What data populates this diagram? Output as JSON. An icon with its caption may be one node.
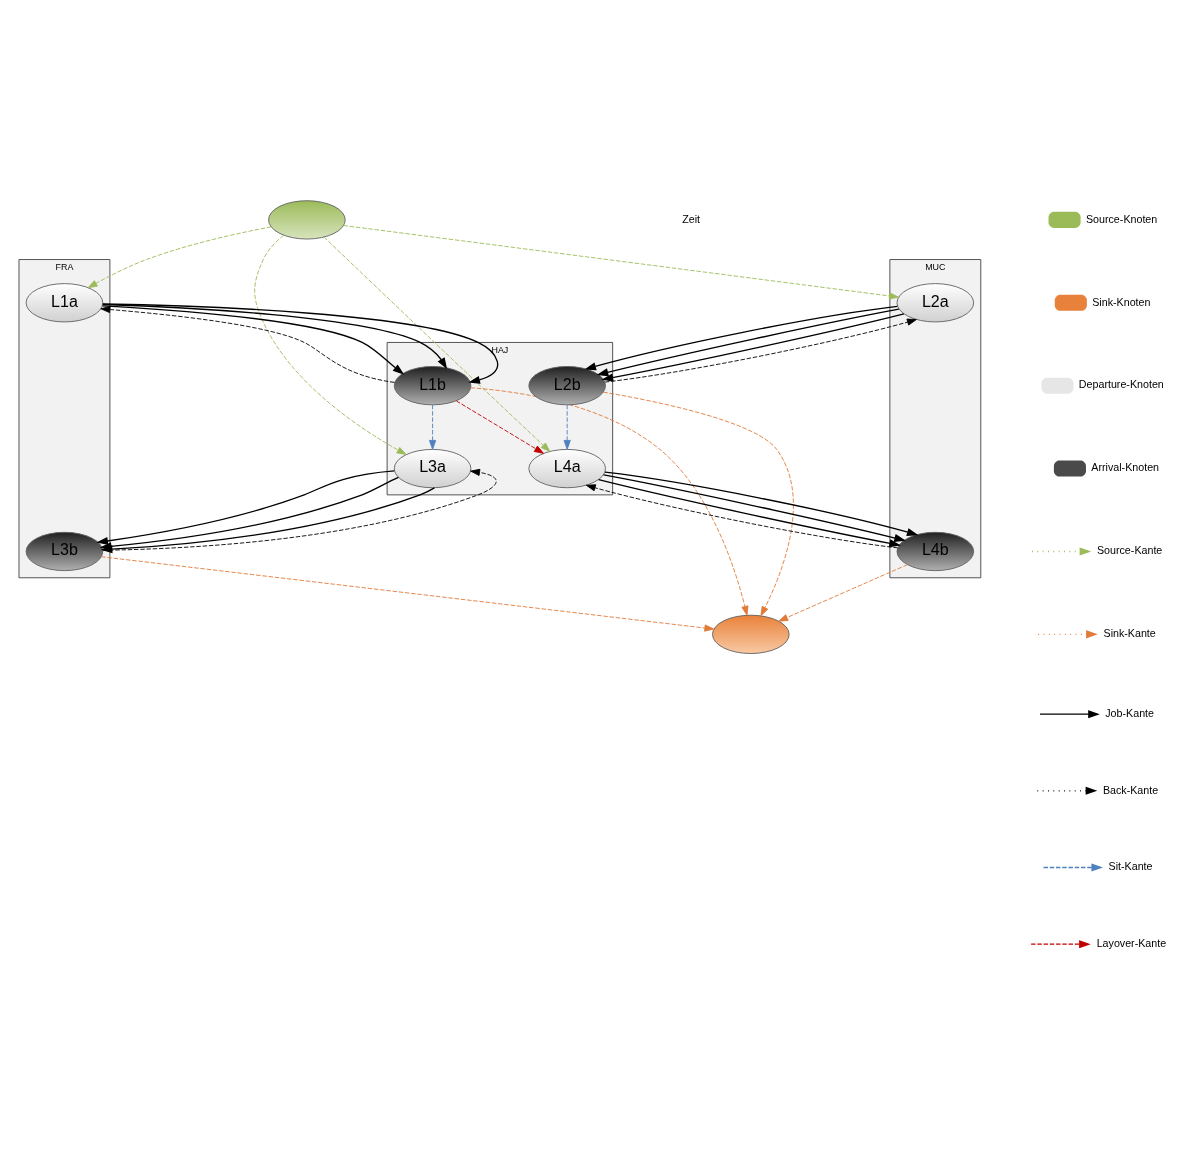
{
  "diagram": {
    "nodes": [
      {
        "text": [],
        "shape": "ellipse"
      },
      {
        "text": [
          "FRA"
        ]
      },
      {
        "text": [
          "HAJ"
        ]
      },
      {
        "text": [
          "MUC"
        ]
      },
      {
        "text": [
          "L1a"
        ],
        "in": 1
      },
      {
        "text": [
          "L2a"
        ],
        "in": 3
      },
      {
        "text": [
          "L1b"
        ],
        "in": 2
      },
      {
        "text": [
          "L2b"
        ],
        "in": 2
      },
      {
        "text": [
          "L3a"
        ],
        "in": 2
      },
      {
        "text": [
          "L4a"
        ],
        "in": 2
      },
      {
        "text": [
          "L3b"
        ],
        "in": 1
      },
      {
        "text": [
          "L4b"
        ],
        "in": 3
      },
      {
        "text": [],
        "shape": "ellipse"
      }
    ],
    "edges": [
      {
        "from": 0,
        "to": 4,
        "arrow": "to",
        "style": "dashed",
        "color": "#9bbb59"
      },
      {
        "from": 0,
        "to": 5,
        "arrow": "to",
        "style": "dashed",
        "color": "#9bbb59"
      },
      {
        "from": 0,
        "to": 8,
        "arrow": "to",
        "style": "dashed",
        "color": "#9bbb59"
      },
      {
        "from": 0,
        "to": 9,
        "arrow": "to",
        "style": "dashed",
        "color": "#9bbb59"
      },
      {
        "from": 4,
        "to": 6,
        "arrow": "to"
      },
      {
        "from": 4,
        "to": 6,
        "arrow": "to"
      },
      {
        "from": 4,
        "to": 6,
        "arrow": "to"
      },
      {
        "from": 6,
        "to": 4,
        "arrow": "to",
        "style": "dashed"
      },
      {
        "from": 5,
        "to": 7,
        "arrow": "to"
      },
      {
        "from": 5,
        "to": 7,
        "arrow": "to"
      },
      {
        "from": 5,
        "to": 7,
        "arrow": "to"
      },
      {
        "from": 7,
        "to": 5,
        "arrow": "to",
        "style": "dashed"
      },
      {
        "from": 6,
        "to": 8,
        "arrow": "to",
        "style": "dashed",
        "color": "#4f81bd"
      },
      {
        "from": 6,
        "to": 9,
        "arrow": "to",
        "style": "dashed",
        "color": "#c00000"
      },
      {
        "from": 7,
        "to": 9,
        "arrow": "to",
        "style": "dashed",
        "color": "#4f81bd"
      },
      {
        "from": 8,
        "to": 10,
        "arrow": "to"
      },
      {
        "from": 8,
        "to": 10,
        "arrow": "to"
      },
      {
        "from": 8,
        "to": 10,
        "arrow": "to"
      },
      {
        "from": 10,
        "to": 8,
        "arrow": "to",
        "style": "dashed"
      },
      {
        "from": 9,
        "to": 11,
        "arrow": "to"
      },
      {
        "from": 9,
        "to": 11,
        "arrow": "to"
      },
      {
        "from": 9,
        "to": 11,
        "arrow": "to"
      },
      {
        "from": 11,
        "to": 9,
        "arrow": "to",
        "style": "dashed"
      },
      {
        "from": 6,
        "to": 12,
        "arrow": "to",
        "style": "dashed",
        "color": "#e07b39"
      },
      {
        "from": 7,
        "to": 12,
        "arrow": "to",
        "style": "dashed",
        "color": "#e07b39"
      },
      {
        "from": 10,
        "to": 12,
        "arrow": "to",
        "style": "dashed",
        "color": "#e07b39"
      },
      {
        "from": 11,
        "to": 12,
        "arrow": "to",
        "style": "dashed",
        "color": "#e07b39"
      }
    ],
    "labels": [
      "Zeit"
    ],
    "legend": [
      {
        "text": "Source-Knoten",
        "color": "#9bbb59"
      },
      {
        "text": "Sink-Knoten",
        "color": "#e8823a"
      },
      {
        "text": "Departure-Knoten",
        "color": "#e6e6e6"
      },
      {
        "text": "Arrival-Knoten",
        "color": "#4a4a4a"
      },
      {
        "text": "Source-Kante"
      },
      {
        "text": "Sink-Kante"
      },
      {
        "text": "Job-Kante"
      },
      {
        "text": "Back-Kante"
      },
      {
        "text": "Sit-Kante"
      },
      {
        "text": "Layover-Kante"
      }
    ]
  }
}
